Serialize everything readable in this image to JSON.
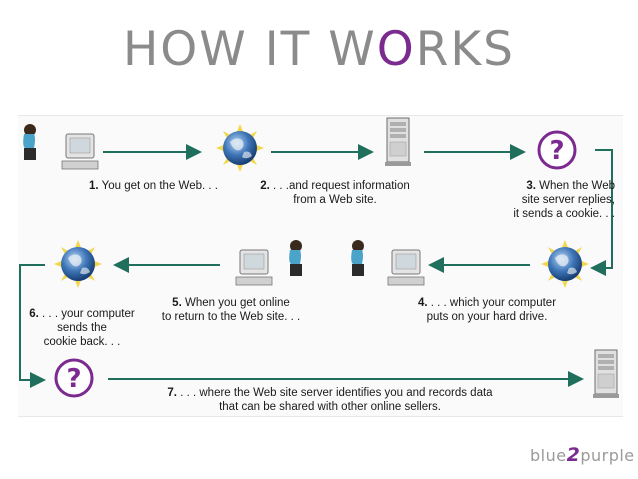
{
  "title": {
    "pre": "HOW IT W",
    "o": "O",
    "post": "RKS"
  },
  "steps": [
    {
      "num": "1.",
      "text": "You get on the Web. . ."
    },
    {
      "num": "2.",
      "line1": ". . .and request information",
      "line2": "from a Web site."
    },
    {
      "num": "3.",
      "line1": "When the Web",
      "line2": "site server replies,",
      "line3": "it sends a cookie. . ."
    },
    {
      "num": "4.",
      "line1": ". . . which your computer",
      "line2": "puts on your hard drive."
    },
    {
      "num": "5.",
      "line1": "When you get online",
      "line2": "to return to the Web site. . ."
    },
    {
      "num": "6.",
      "line1": ". . . your computer",
      "line2": "sends the",
      "line3": "cookie back. . ."
    },
    {
      "num": "7.",
      "line1": ". . . where the Web site server identifies you and records data",
      "line2": "that can be shared with other online sellers."
    }
  ],
  "logo": {
    "pre": "blue",
    "mid": "2",
    "post": "purple"
  },
  "colors": {
    "accent": "#7b2a8f",
    "arrow": "#1f6f5c",
    "title_gray": "#8b8b8b"
  }
}
